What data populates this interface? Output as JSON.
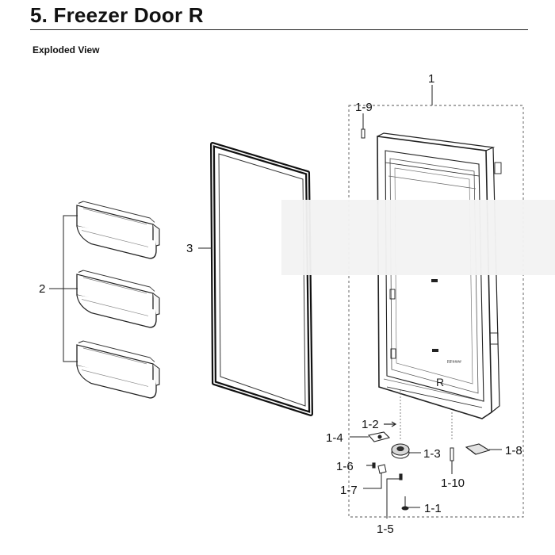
{
  "header": {
    "title": "5.  Freezer Door R",
    "subtitle": "Exploded View"
  },
  "callouts": {
    "c1": "1",
    "c1_9": "1-9",
    "c2": "2",
    "c3": "3",
    "c1_2": "1-2",
    "c1_4": "1-4",
    "c1_3": "1-3",
    "c1_8": "1-8",
    "c1_6": "1-6",
    "c1_7": "1-7",
    "c1_10": "1-10",
    "c1_1": "1-1",
    "c1_5": "1-5"
  },
  "door_marks": {
    "model": "RF####",
    "side": "R"
  }
}
